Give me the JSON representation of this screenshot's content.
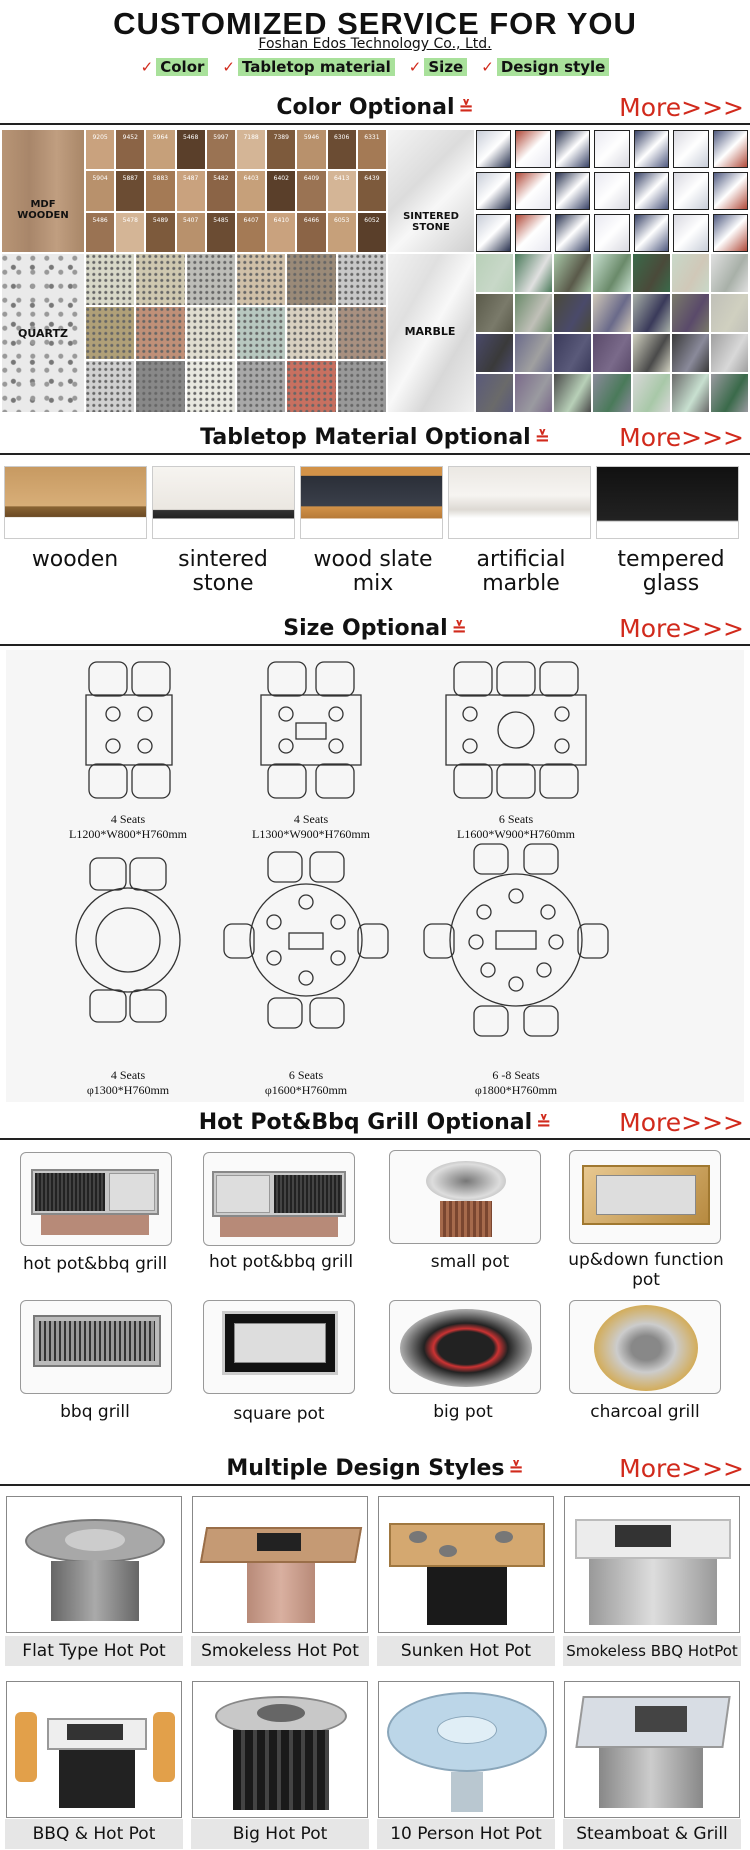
{
  "header": {
    "title": "CUSTOMIZED SERVICE FOR YOU",
    "company": "Foshan Edos Technology Co., Ltd.",
    "tags": [
      "Color",
      "Tabletop material",
      "Size",
      "Design style"
    ]
  },
  "more_label": "More",
  "more_arrows": ">>>",
  "sections": {
    "color": "Color Optional",
    "tabletop": "Tabletop Material Optional",
    "size": "Size Optional",
    "grill": "Hot Pot&Bbq Grill Optional",
    "design": "Multiple Design Styles"
  },
  "color_panels": {
    "mdf": {
      "label": "MDF WOODEN",
      "codes": [
        "9205",
        "9452",
        "5964",
        "5468",
        "5997",
        "7188",
        "7389",
        "5946",
        "6306",
        "6331",
        "5904",
        "5887",
        "5883",
        "5487",
        "5482",
        "6403",
        "6402",
        "6409",
        "6413",
        "6439",
        "5486",
        "5478",
        "5489",
        "5407",
        "5485",
        "6407",
        "6410",
        "6466",
        "6053",
        "6052"
      ]
    },
    "sintered": {
      "label": "SINTERED STONE"
    },
    "quartz": {
      "label": "QUARTZ"
    },
    "marble": {
      "label": "MARBLE"
    }
  },
  "materials": [
    {
      "label": "wooden"
    },
    {
      "label": "sintered stone"
    },
    {
      "label": "wood slate mix"
    },
    {
      "label": "artificial marble"
    },
    {
      "label": "tempered glass"
    }
  ],
  "sizes": [
    {
      "seats": "4 Seats",
      "dims": "L1200*W800*H760mm"
    },
    {
      "seats": "4 Seats",
      "dims": "L1300*W900*H760mm"
    },
    {
      "seats": "6 Seats",
      "dims": "L1600*W900*H760mm"
    },
    {
      "seats": "4 Seats",
      "dims": "φ1300*H760mm"
    },
    {
      "seats": "6 Seats",
      "dims": "φ1600*H760mm"
    },
    {
      "seats": "6 -8 Seats",
      "dims": "φ1800*H760mm"
    }
  ],
  "grills": [
    {
      "label": "hot pot&bbq grill"
    },
    {
      "label": "hot pot&bbq grill"
    },
    {
      "label": "small pot"
    },
    {
      "label": "up&down function pot"
    },
    {
      "label": "bbq grill"
    },
    {
      "label": "square pot"
    },
    {
      "label": "big pot"
    },
    {
      "label": "charcoal grill"
    }
  ],
  "designs": [
    {
      "label": "Flat Type Hot Pot"
    },
    {
      "label": "Smokeless Hot Pot"
    },
    {
      "label": "Sunken Hot Pot"
    },
    {
      "label": "Smokeless BBQ HotPot"
    },
    {
      "label": "BBQ & Hot Pot"
    },
    {
      "label": "Big Hot Pot"
    },
    {
      "label": "10 Person Hot Pot"
    },
    {
      "label": "Steamboat & Grill"
    }
  ],
  "colors": {
    "accent": "#d12a1c",
    "tag_bg": "#a9e19b"
  }
}
